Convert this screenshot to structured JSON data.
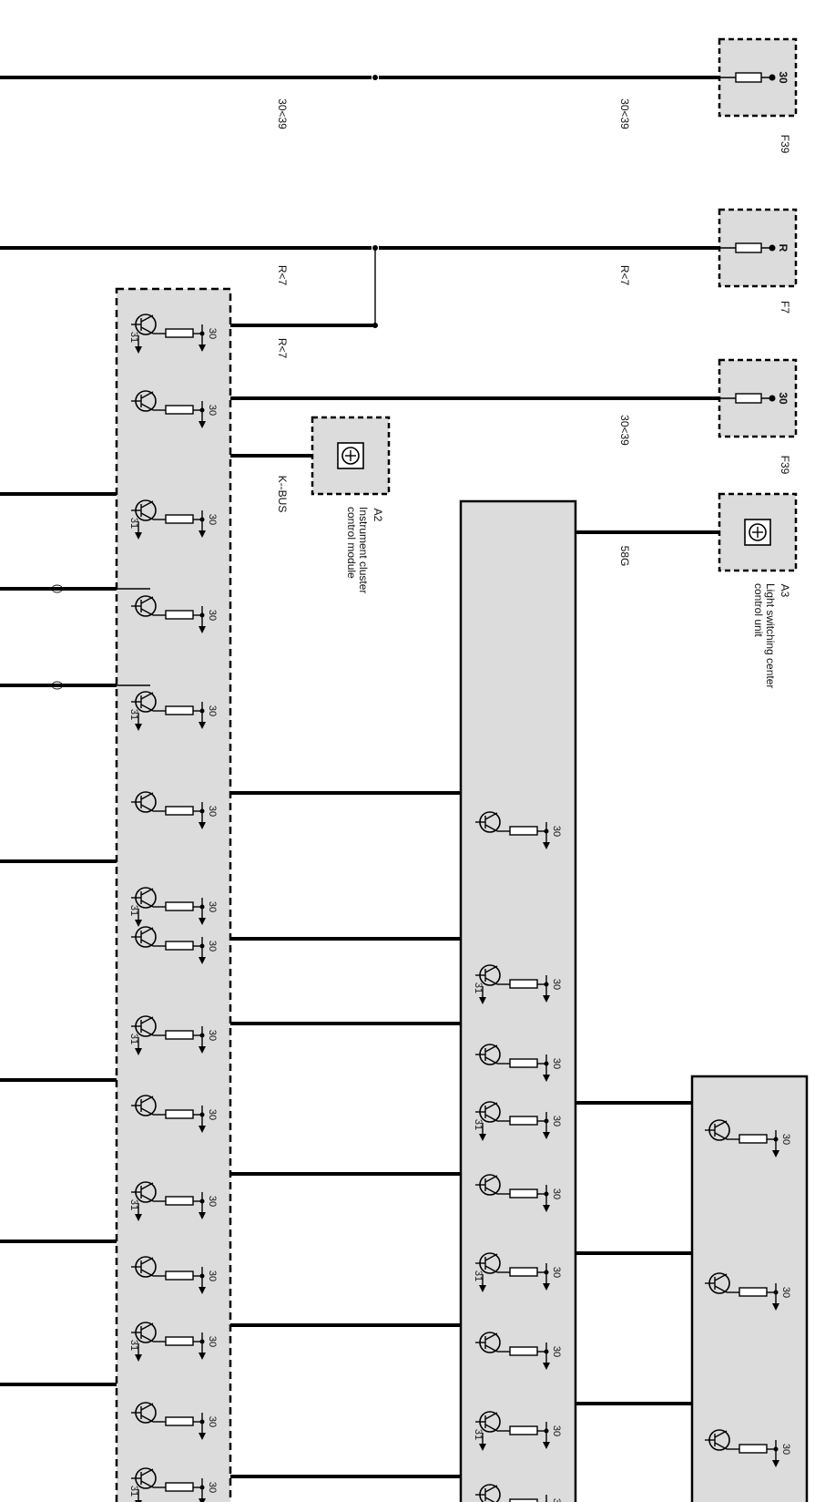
{
  "fuses": [
    {
      "id": "f39a",
      "name": "F39",
      "terminal": "30"
    },
    {
      "id": "f7",
      "name": "F7",
      "terminal": "R"
    },
    {
      "id": "f39b",
      "name": "F39",
      "terminal": "30"
    }
  ],
  "wire_labels": {
    "top_1": "30<39",
    "top_2": "30<39",
    "r_1": "R<7",
    "r_2": "R<7",
    "r_3": "R<7",
    "mid_30": "30<39",
    "kbus": "K--BUS",
    "w58g": "58G"
  },
  "modules": {
    "a2": {
      "code": "A2",
      "line1": "Instrument cluster",
      "line2": "control module"
    },
    "a3": {
      "code": "A3",
      "line1": "Light switching center",
      "line2": "control unit"
    }
  },
  "terminals": {
    "t30": "30",
    "t31": "31"
  },
  "markers": {
    "paren": "( )"
  },
  "colors": {
    "module_fill": "#dcdcdc",
    "line": "#000000"
  }
}
